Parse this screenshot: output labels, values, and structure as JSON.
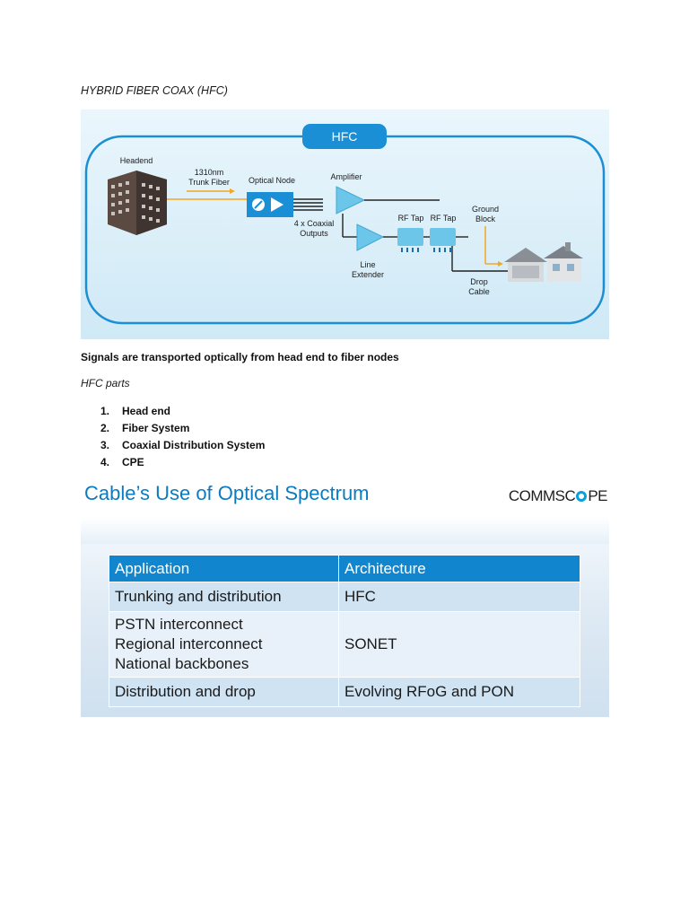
{
  "doc": {
    "heading": "HYBRID FIBER COAX (HFC)",
    "signals_line": "Signals are transported optically from head end to fiber nodes",
    "parts_heading": "HFC parts",
    "parts": [
      {
        "num": "1.",
        "label": "Head end"
      },
      {
        "num": "2.",
        "label": "Fiber System"
      },
      {
        "num": "3.",
        "label": "Coaxial Distribution System"
      },
      {
        "num": "4.",
        "label": "CPE"
      }
    ]
  },
  "diagram": {
    "badge": "HFC",
    "headend": "Headend",
    "trunk_line1": "1310nm",
    "trunk_line2": "Trunk Fiber",
    "optical_node": "Optical Node",
    "amplifier": "Amplifier",
    "coax_line1": "4 x Coaxial",
    "coax_line2": "Outputs",
    "rf_tap_1": "RF Tap",
    "rf_tap_2": "RF Tap",
    "ground_line1": "Ground",
    "ground_line2": "Block",
    "line_ext_1": "Line",
    "line_ext_2": "Extender",
    "drop_1": "Drop",
    "drop_2": "Cable",
    "colors": {
      "accent": "#1a8fd6",
      "fiber": "#f5a623",
      "device": "#6cc6ea"
    }
  },
  "slide": {
    "title": "Cable’s Use of Optical Spectrum",
    "logo_left": "COMMSC",
    "logo_right": "PE",
    "table": {
      "headers": [
        "Application",
        "Architecture"
      ],
      "rows": [
        {
          "app": [
            "Trunking and distribution"
          ],
          "arch": "HFC"
        },
        {
          "app": [
            "PSTN interconnect",
            "Regional interconnect",
            "National backbones"
          ],
          "arch": "SONET"
        },
        {
          "app": [
            "Distribution and drop"
          ],
          "arch": "Evolving RFoG and PON"
        }
      ]
    }
  }
}
